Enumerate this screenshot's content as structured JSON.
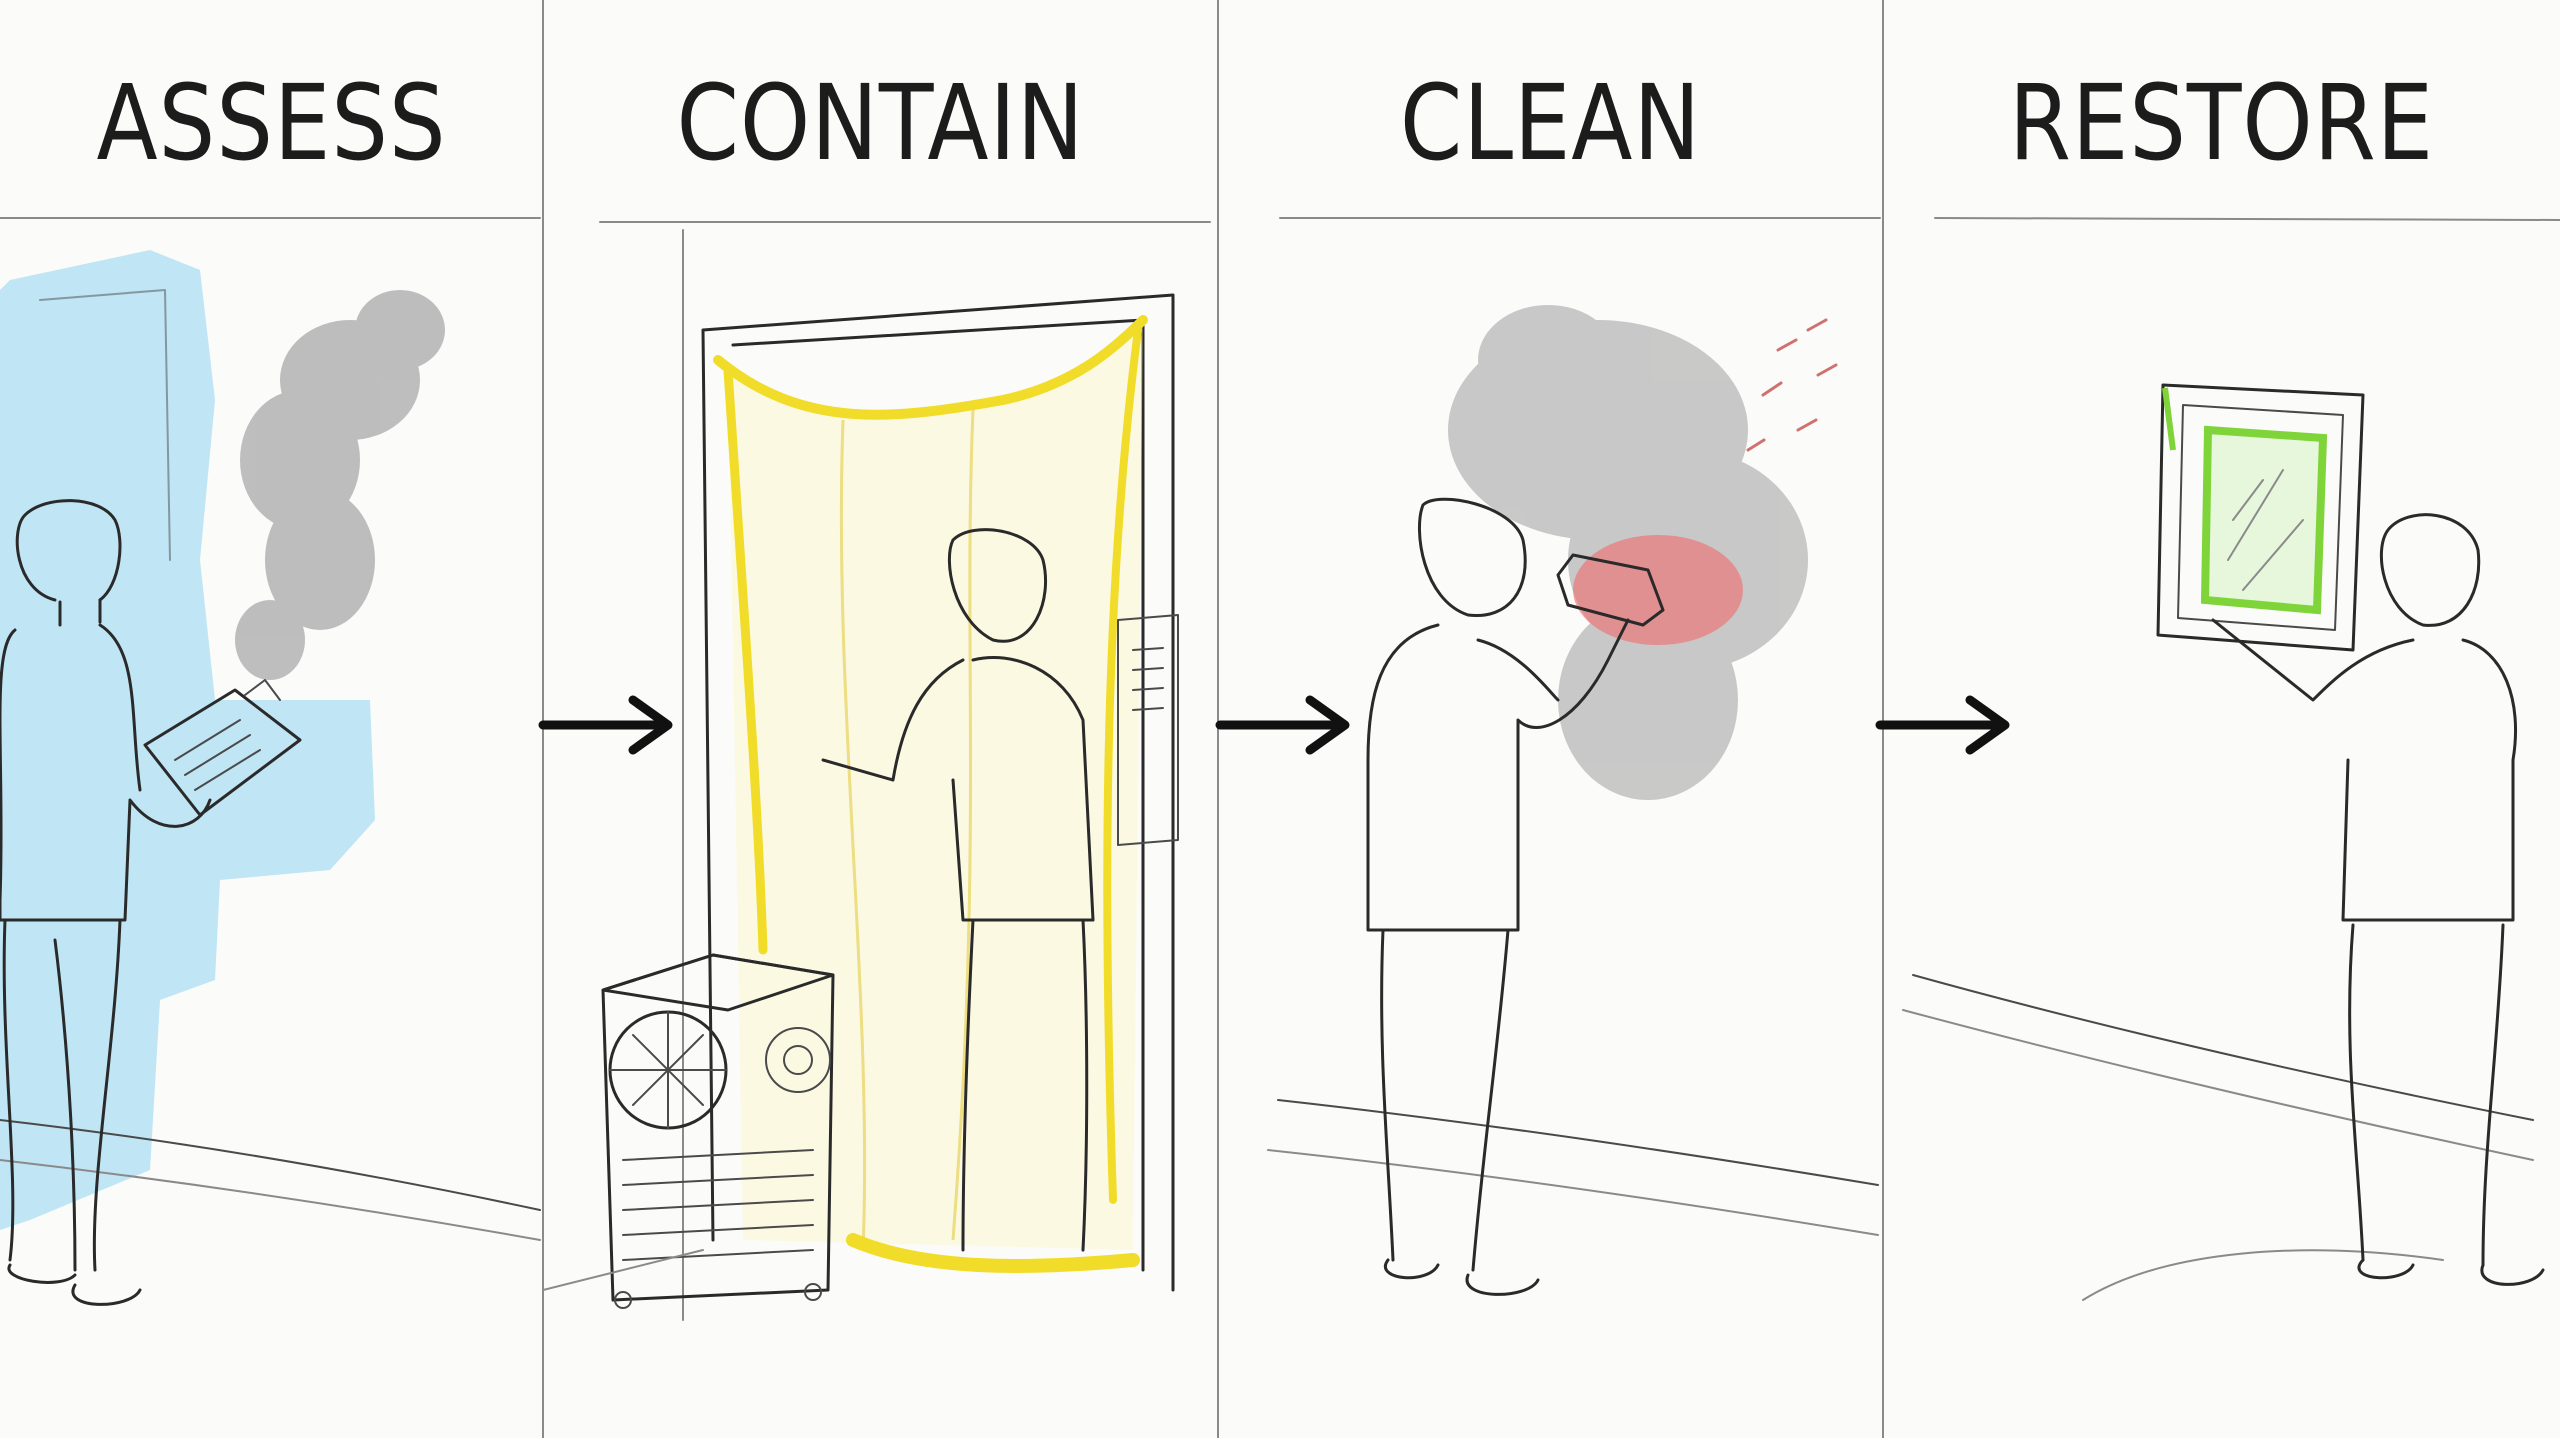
{
  "steps": [
    {
      "id": "assess",
      "title": "ASSESS"
    },
    {
      "id": "contain",
      "title": "CONTAIN"
    },
    {
      "id": "clean",
      "title": "CLEAN"
    },
    {
      "id": "restore",
      "title": "RESTORE"
    }
  ],
  "colors": {
    "background": "#fbfbfa",
    "ink": "#2a2a2a",
    "water_stain": "#8fd3f0",
    "mold": "#8c8c8c",
    "containment_tape": "#f2dc2a",
    "treated_spot": "#f06a6a",
    "restored_frame": "#7fd43a"
  },
  "icons": [
    "clipboard-icon",
    "air-scrubber-icon",
    "spray-bottle-icon",
    "picture-frame-icon",
    "arrow-right-icon"
  ]
}
